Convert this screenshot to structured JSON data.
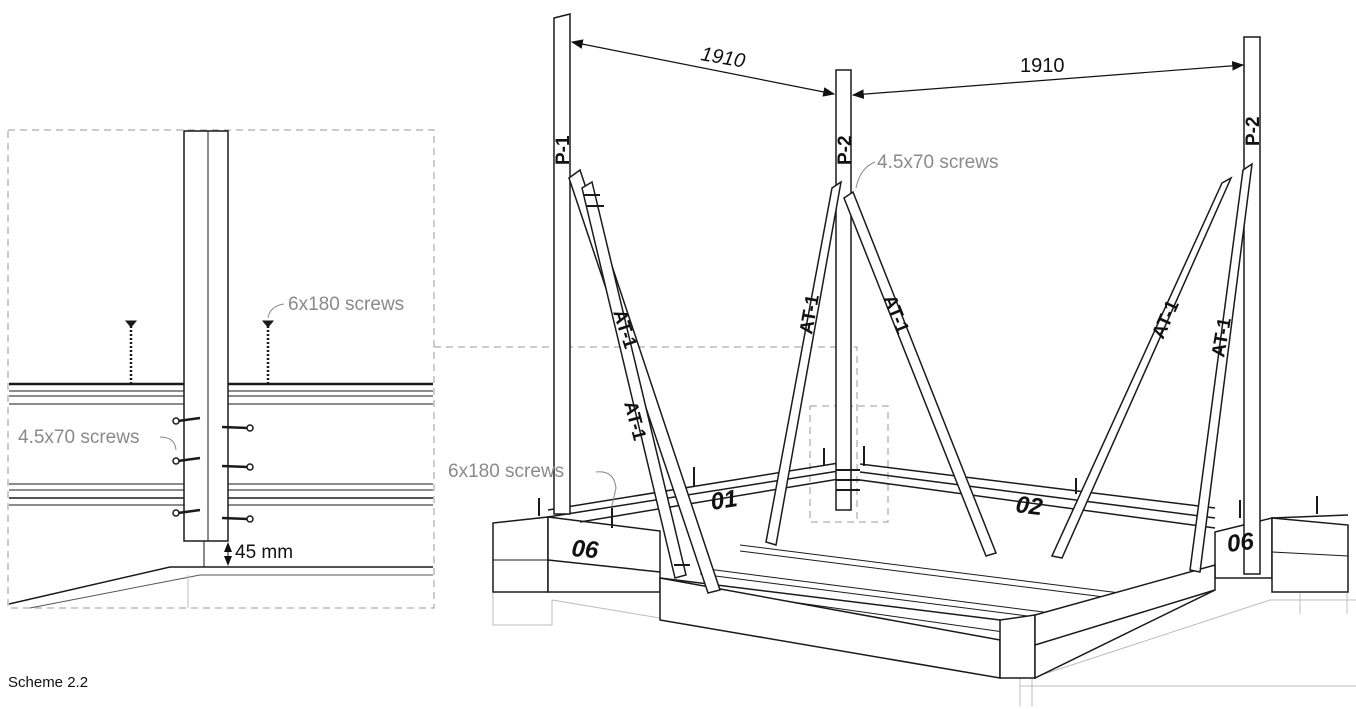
{
  "caption": "Scheme 2.2",
  "detail": {
    "label_6x180": "6x180 screws",
    "label_4570": "4.5x70 screws",
    "label_45mm": "45 mm"
  },
  "main": {
    "dim_left": "1910",
    "dim_right": "1910",
    "post_p1": "P-1",
    "post_p2_mid": "P-2",
    "post_p2_right": "P-2",
    "label_4570": "4.5x70 screws",
    "label_6x180": "6x180 screws",
    "brace_a": "AT-1",
    "brace_b": "AT-1",
    "brace_c": "AT-1",
    "brace_d": "AT-1",
    "brace_e": "AT-1",
    "brace_f": "AT-1",
    "board_06_left": "06",
    "board_01": "01",
    "board_02": "02",
    "board_06_right": "06"
  },
  "colors": {
    "line": "#1a1a1a",
    "ghost": "#bdbdbd",
    "dashed": "#9a9a9a",
    "callout_text": "#8a8a8a"
  }
}
